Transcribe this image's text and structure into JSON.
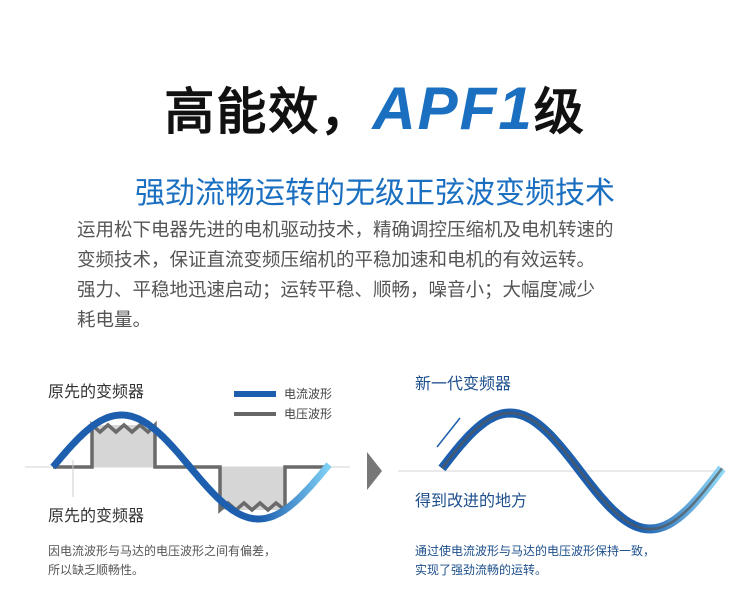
{
  "header": {
    "title_prefix": "高能效，",
    "title_brand": "APF1",
    "title_suffix": "级"
  },
  "subtitle": "强劲流畅运转的无级正弦波变频技术",
  "description": [
    "运用松下电器先进的电机驱动技术，精确调控压缩机及电机转速的",
    "变频技术，保证直流变频压缩机的平稳加速和电机的有效运转。",
    "强力、平稳地迅速启动；运转平稳、顺畅，噪音小；大幅度减少",
    "耗电量。"
  ],
  "left_panel": {
    "heading": "原先的变频器",
    "label": "原先的变频器",
    "legend": [
      {
        "label": "电流波形",
        "color": "#1d5fae"
      },
      {
        "label": "电压波形",
        "color": "#666666"
      }
    ],
    "caption": [
      "因电流波形与马达的电压波形之间有偏差，",
      "所以缺乏顺畅性。"
    ]
  },
  "right_panel": {
    "heading": "新一代变频器",
    "label": "得到改进的地方",
    "caption": [
      "通过使电流波形与马达的电压波形保持一致，",
      "实现了强劲流畅的运转。"
    ]
  },
  "colors": {
    "accent": "#1a6fc0"
  }
}
